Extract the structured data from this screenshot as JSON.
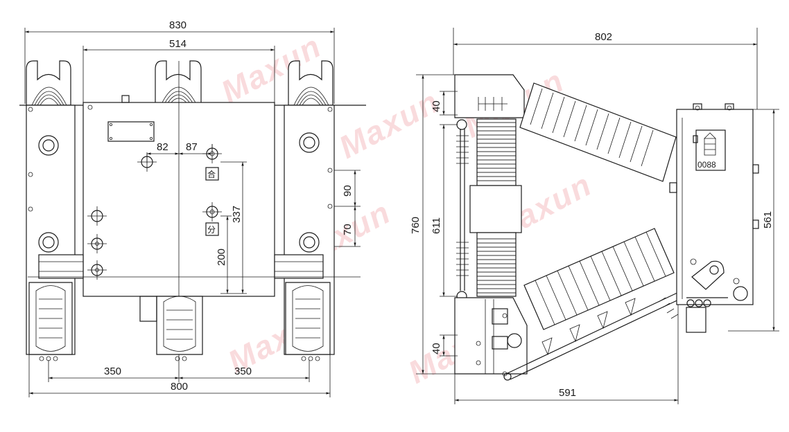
{
  "watermark": "Maxun",
  "front_view": {
    "dimensions": {
      "overall_width_top": "830",
      "inner_width_top": "514",
      "offset_left": "82",
      "offset_right": "87",
      "vertical_90": "90",
      "vertical_70": "70",
      "vertical_337": "337",
      "vertical_200": "200",
      "pitch_left": "350",
      "pitch_right": "350",
      "overall_width_bottom": "800"
    },
    "indicator_close": "合",
    "indicator_open": "分"
  },
  "side_view": {
    "dimensions": {
      "overall_depth_top": "802",
      "overall_height": "760",
      "pole_height": "611",
      "top_40": "40",
      "bottom_40": "40",
      "mechanism_height": "561",
      "bottom_depth": "591"
    },
    "counter_label": "0088"
  }
}
